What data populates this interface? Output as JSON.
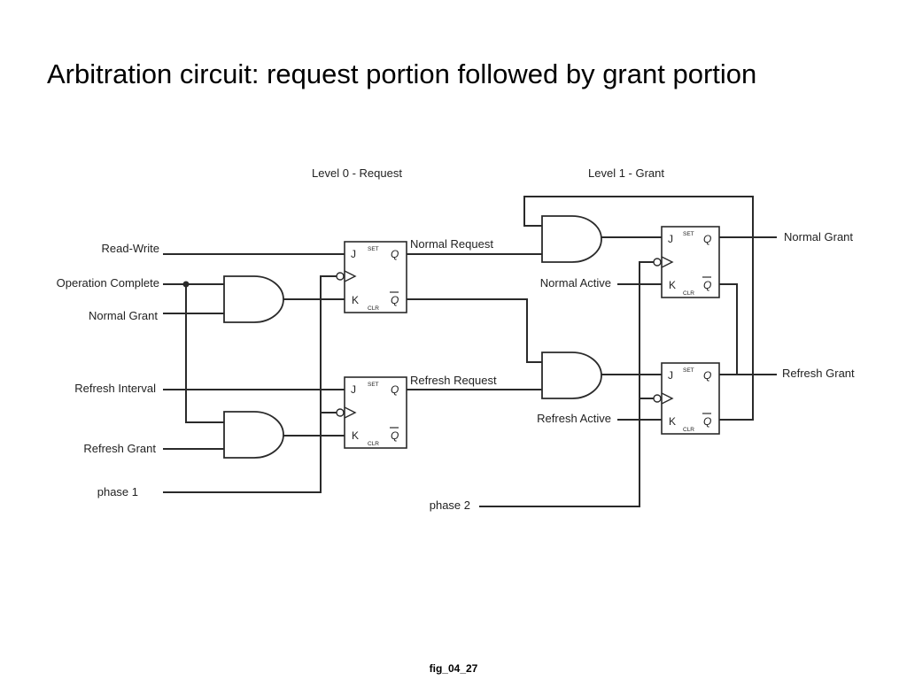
{
  "slide": {
    "title": "Arbitration circuit: request portion followed by grant portion",
    "caption": "fig_04_27"
  },
  "diagram": {
    "section_labels": {
      "level0": "Level 0 - Request",
      "level1": "Level 1 - Grant"
    },
    "inputs": {
      "read_write": "Read-Write",
      "operation_complete": "Operation Complete",
      "normal_grant": "Normal Grant",
      "refresh_interval": "Refresh Interval",
      "refresh_grant": "Refresh Grant",
      "phase1": "phase 1",
      "normal_active": "Normal Active",
      "refresh_active": "Refresh Active",
      "phase2": "phase 2"
    },
    "signals": {
      "normal_request": "Normal Request",
      "refresh_request": "Refresh Request"
    },
    "outputs": {
      "normal_grant": "Normal Grant",
      "refresh_grant": "Refresh Grant"
    },
    "flipflop_pins": {
      "j": "J",
      "k": "K",
      "q": "Q",
      "set": "SET",
      "clr": "CLR"
    }
  }
}
